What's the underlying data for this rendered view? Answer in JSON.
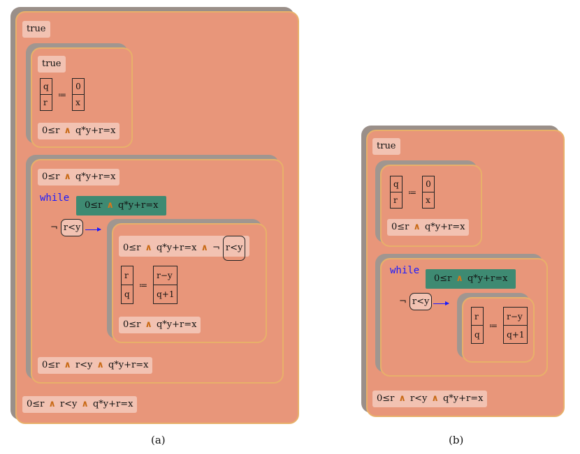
{
  "panel_a": {
    "outer_pre": "true",
    "init_pre": "true",
    "init_assign": {
      "targets": [
        "q",
        "r"
      ],
      "op": "≔",
      "values": [
        "0",
        "x"
      ]
    },
    "init_post": {
      "left": "0≤r",
      "and": "∧",
      "right": "q*y+r=x"
    },
    "loop_pre": {
      "left": "0≤r",
      "and": "∧",
      "right": "q*y+r=x"
    },
    "while_keyword": "while",
    "invariant": {
      "left": "0≤r",
      "and": "∧",
      "right": "q*y+r=x"
    },
    "guard": {
      "neg": "¬",
      "cond": "r<y"
    },
    "body_pre": {
      "left": "0≤r",
      "and": "∧",
      "mid": "q*y+r=x",
      "and2": "∧",
      "neg": "¬",
      "cond": "r<y"
    },
    "body_assign": {
      "targets": [
        "r",
        "q"
      ],
      "op": "≔",
      "values": [
        "r−y",
        "q+1"
      ]
    },
    "body_post": {
      "left": "0≤r",
      "and": "∧",
      "right": "q*y+r=x"
    },
    "loop_post": {
      "a": "0≤r",
      "and": "∧",
      "b": "r<y",
      "and2": "∧",
      "c": "q*y+r=x"
    },
    "outer_post": {
      "a": "0≤r",
      "and": "∧",
      "b": "r<y",
      "and2": "∧",
      "c": "q*y+r=x"
    }
  },
  "panel_b": {
    "outer_pre": "true",
    "init_assign": {
      "targets": [
        "q",
        "r"
      ],
      "op": "≔",
      "values": [
        "0",
        "x"
      ]
    },
    "init_post": {
      "left": "0≤r",
      "and": "∧",
      "right": "q*y+r=x"
    },
    "while_keyword": "while",
    "invariant": {
      "left": "0≤r",
      "and": "∧",
      "right": "q*y+r=x"
    },
    "guard": {
      "neg": "¬",
      "cond": "r<y"
    },
    "body_assign": {
      "targets": [
        "r",
        "q"
      ],
      "op": "≔",
      "values": [
        "r−y",
        "q+1"
      ]
    },
    "outer_post": {
      "a": "0≤r",
      "and": "∧",
      "b": "r<y",
      "and2": "∧",
      "c": "q*y+r=x"
    }
  },
  "captions": {
    "a": "(a)",
    "b": "(b)"
  }
}
